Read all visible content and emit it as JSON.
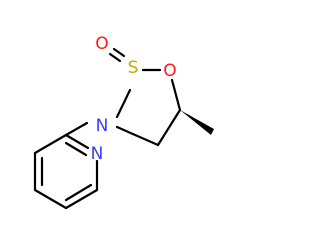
{
  "molecule": {
    "atoms": {
      "pyridine_n": {
        "label": "N",
        "color": "#3b3bff"
      },
      "ring_n": {
        "label": "N",
        "color": "#3b3bff"
      },
      "sulfur": {
        "label": "S",
        "color": "#c9a800"
      },
      "sulfinyl_o": {
        "label": "O",
        "color": "#ff1a1a"
      },
      "ring_o": {
        "label": "O",
        "color": "#ff1a1a"
      }
    },
    "bond_color": "#000000"
  }
}
